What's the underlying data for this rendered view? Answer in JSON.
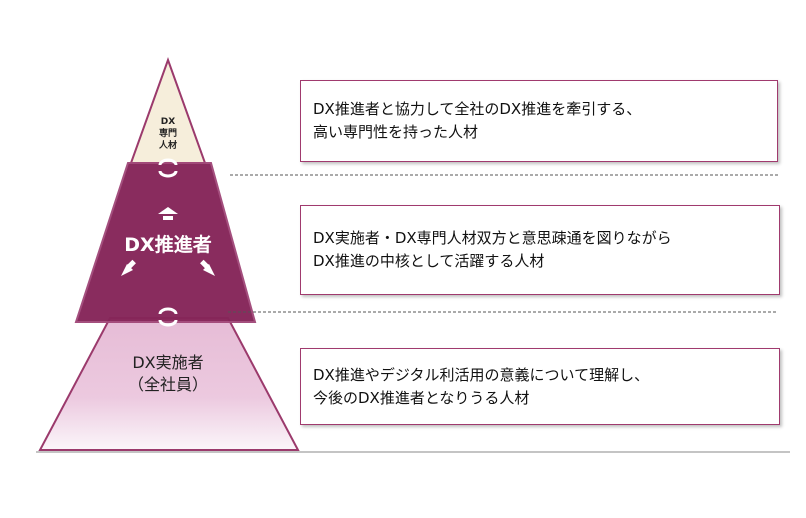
{
  "tiers": [
    {
      "label_lines": [
        "DX",
        "専門",
        "人材"
      ],
      "description_lines": [
        "DX推進者と協力して全社のDX推進を牽引する、",
        "高い専門性を持った人材"
      ]
    },
    {
      "label_lines": [
        "DX推進者"
      ],
      "description_lines": [
        "DX実施者・DX専門人材双方と意思疎通を図りながら",
        "DX推進の中核として活躍する人材"
      ]
    },
    {
      "label_lines": [
        "DX実施者",
        "（全社員）"
      ],
      "description_lines": [
        "DX推進やデジタル利活用の意義について理解し、",
        "今後のDX推進者となりうる人材"
      ]
    }
  ],
  "colors": {
    "top": "#f6eedb",
    "middle": "#862659",
    "bottom": "#e6bcd6",
    "border": "#9b3a6c"
  }
}
